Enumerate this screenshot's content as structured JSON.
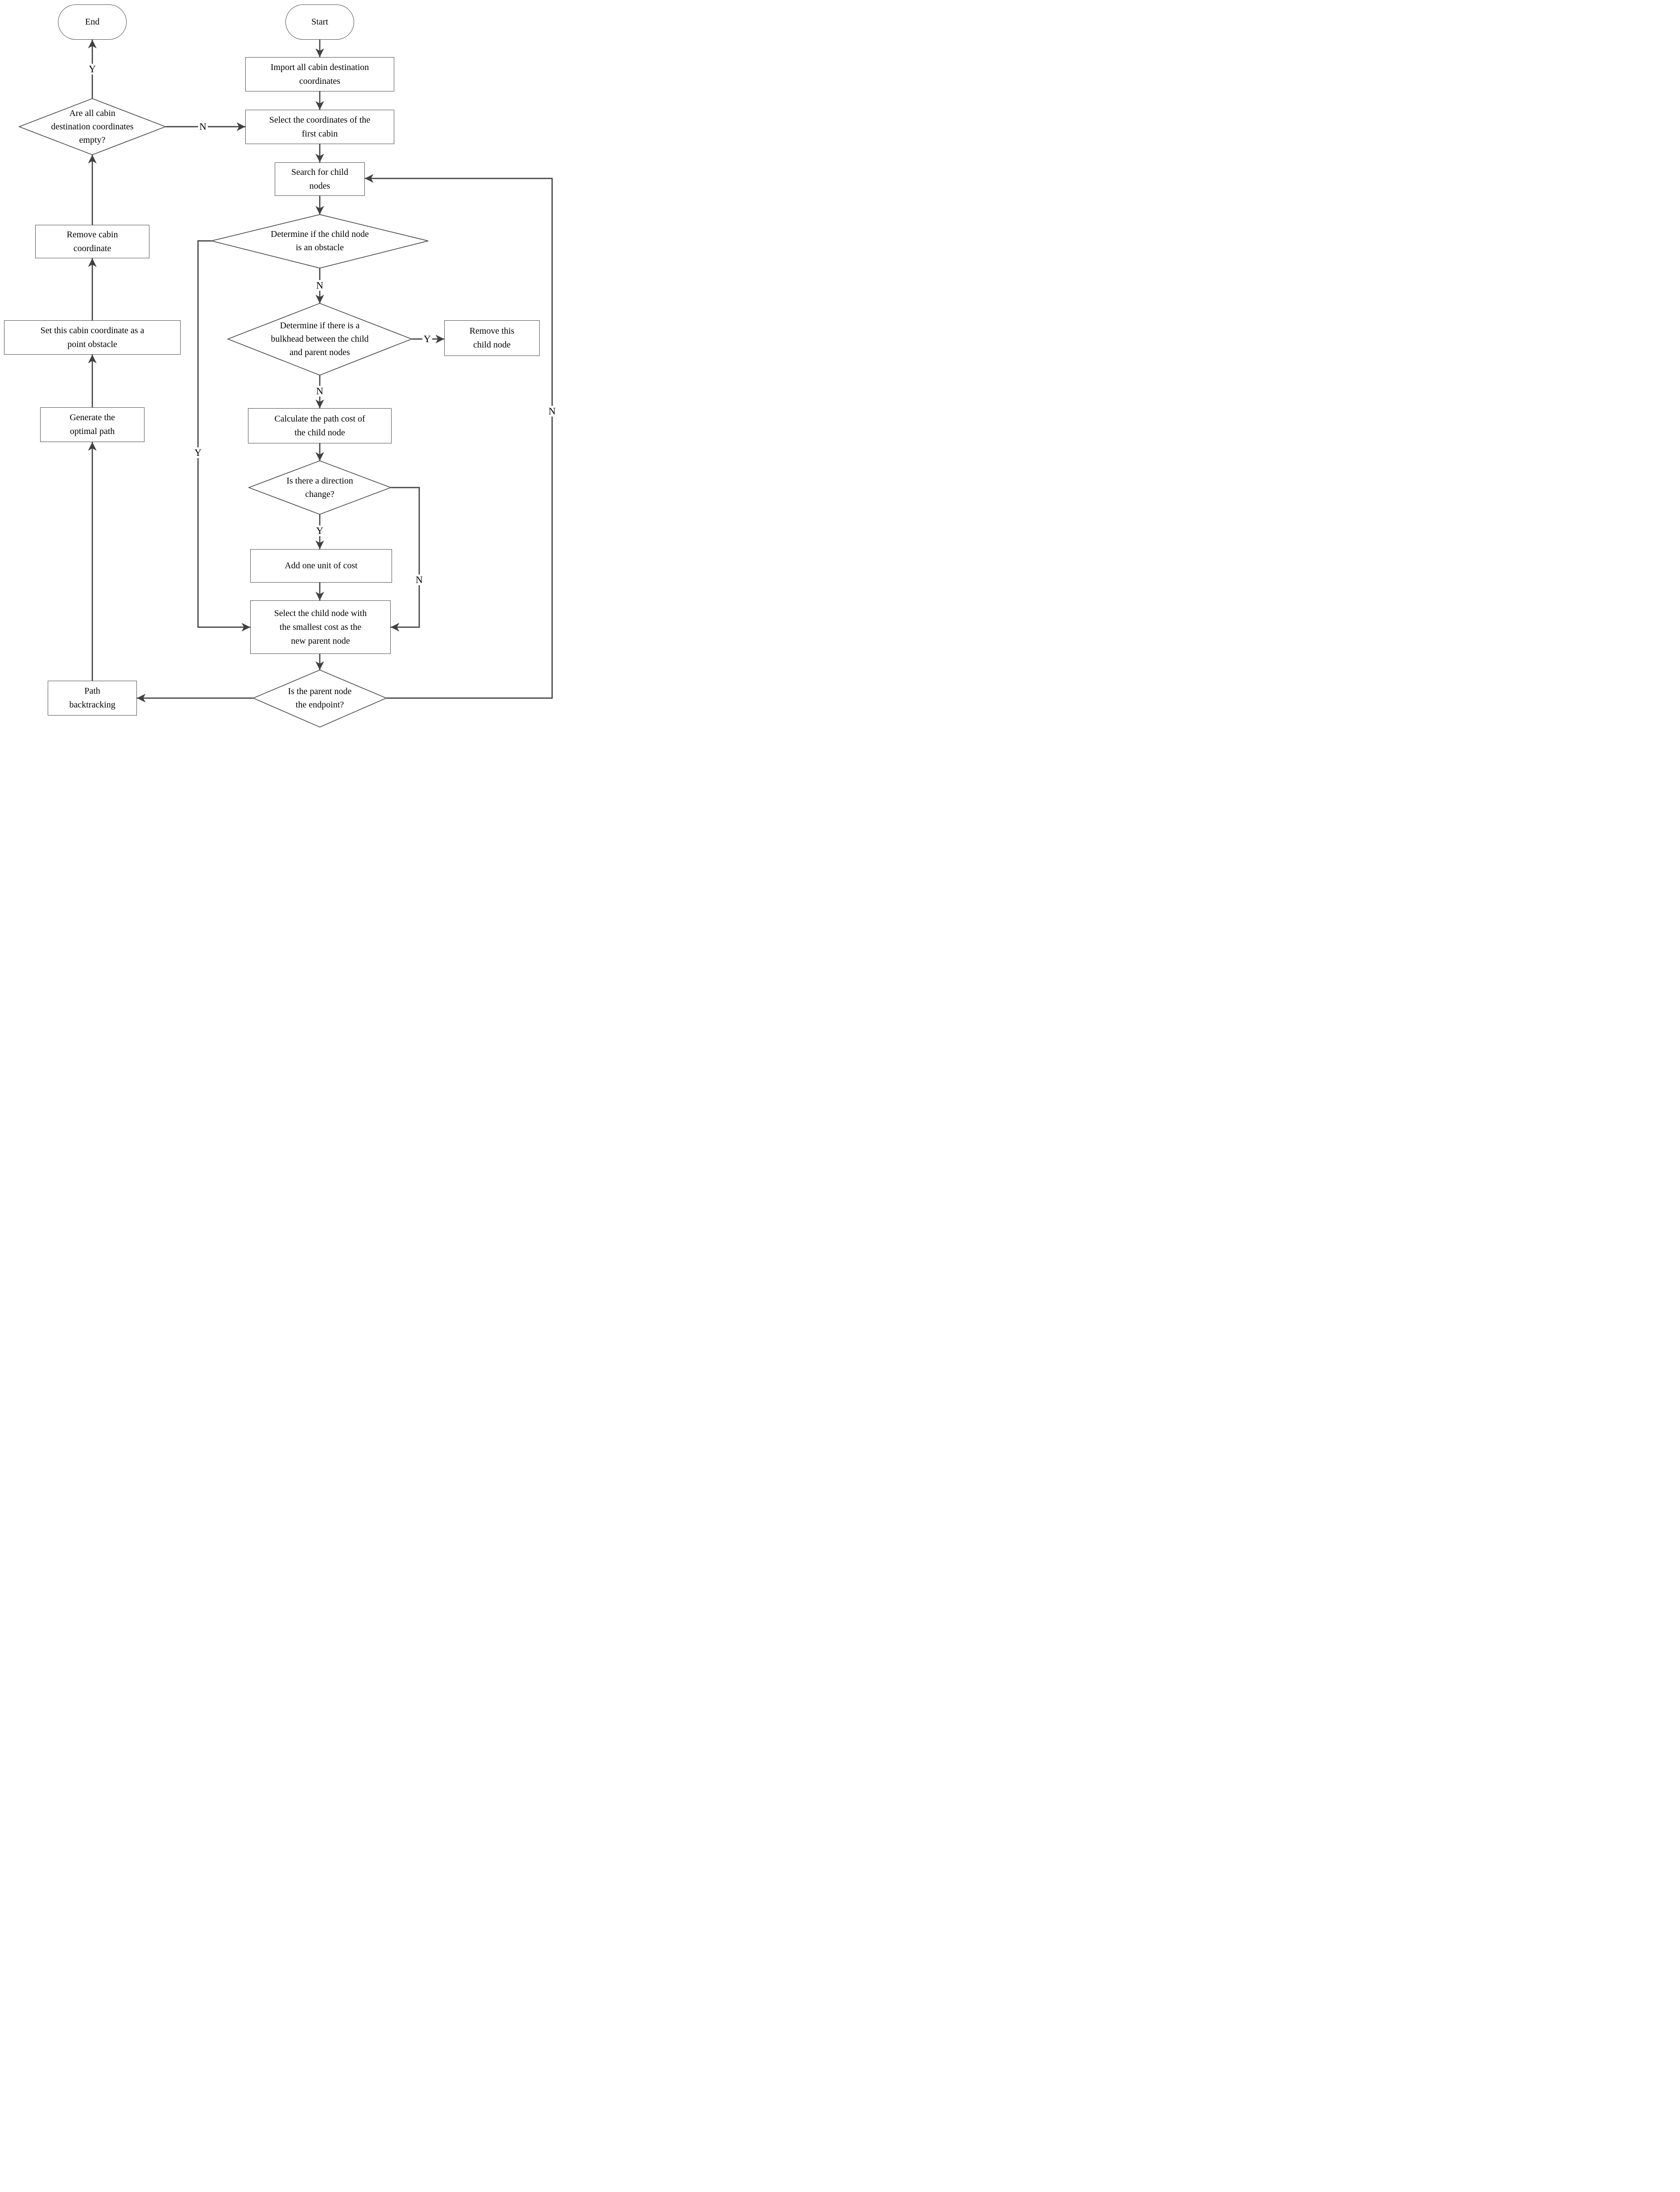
{
  "title": "Cabin path planning flowchart",
  "colors": {
    "line": "#404040",
    "border": "#4d4d4d",
    "text": "#000000",
    "background": "#ffffff"
  },
  "nodes": {
    "start": {
      "label": "Start",
      "type": "terminator"
    },
    "end": {
      "label": "End",
      "type": "terminator"
    },
    "import_coords": {
      "label": "Import all cabin destination\ncoordinates",
      "type": "process"
    },
    "select_first": {
      "label": "Select the coordinates of the\nfirst cabin",
      "type": "process"
    },
    "search_children": {
      "label": "Search for child\nnodes",
      "type": "process"
    },
    "check_obstacle": {
      "label": "Determine if the child node\nis an obstacle",
      "type": "decision"
    },
    "check_bulkhead": {
      "label": "Determine if there is a\nbulkhead between the child\nand parent nodes",
      "type": "decision"
    },
    "remove_child": {
      "label": "Remove this\nchild node",
      "type": "process"
    },
    "calc_cost": {
      "label": "Calculate the path cost of\nthe child node",
      "type": "process"
    },
    "check_direction": {
      "label": "Is there a direction\nchange?",
      "type": "decision"
    },
    "add_cost": {
      "label": "Add one unit of cost",
      "type": "process"
    },
    "select_child": {
      "label": "Select the child node with\nthe smallest cost as the\nnew parent node",
      "type": "process"
    },
    "check_endpoint": {
      "label": "Is the parent node\nthe endpoint?",
      "type": "decision"
    },
    "path_backtracking": {
      "label": "Path\nbacktracking",
      "type": "process"
    },
    "generate_path": {
      "label": "Generate the\noptimal path",
      "type": "process"
    },
    "set_obstacle": {
      "label": "Set this cabin coordinate as a\npoint obstacle",
      "type": "process"
    },
    "remove_cabin": {
      "label": "Remove cabin\ncoordinate",
      "type": "process"
    },
    "check_empty": {
      "label": "Are all cabin\ndestination coordinates\nempty?",
      "type": "decision"
    }
  },
  "edge_labels": {
    "empty_yes": "Y",
    "empty_no": "N",
    "obstacle_yes": "Y",
    "obstacle_no": "N",
    "bulkhead_yes": "Y",
    "bulkhead_no": "N",
    "direction_yes": "Y",
    "direction_no": "N",
    "endpoint_no": "N"
  }
}
